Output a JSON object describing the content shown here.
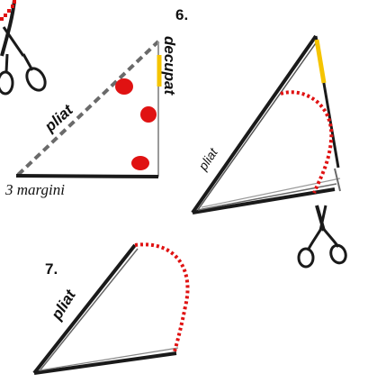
{
  "steps": {
    "step6": "6.",
    "step7": "7."
  },
  "labels": {
    "fold_panel5": "pliat",
    "cut_panel5": "decupat",
    "margins_panel5": "3  margini",
    "fold_panel6": "pliat",
    "fold_panel7": "pliat"
  },
  "colors": {
    "line": "#1a1a1a",
    "cut_mark": "#f5c400",
    "dots": "#e01212"
  },
  "icons": [
    "scissors-icon"
  ]
}
